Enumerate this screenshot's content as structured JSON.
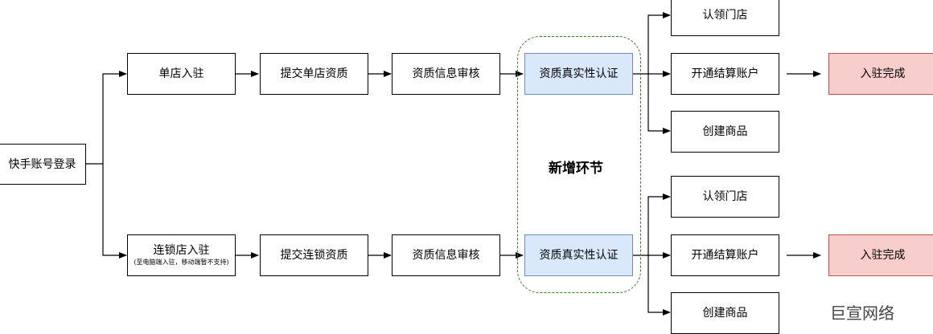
{
  "diagram": {
    "start": "快手账号登录",
    "single": {
      "entry": "单店入驻",
      "submit": "提交单店资质",
      "review": "资质信息审核",
      "verify": "资质真实性认证",
      "claim": "认领门店",
      "account": "开通结算账户",
      "product": "创建商品",
      "done": "入驻完成"
    },
    "chain": {
      "entry": "连锁店入驻",
      "entry_note": "(至电脑端入驻，移动端暂不支持)",
      "submit": "提交连锁资质",
      "review": "资质信息审核",
      "verify": "资质真实性认证",
      "claim": "认领门店",
      "account": "开通结算账户",
      "product": "创建商品",
      "done": "入驻完成"
    },
    "new_step_label": "新增环节"
  },
  "watermark": "巨宣网络"
}
